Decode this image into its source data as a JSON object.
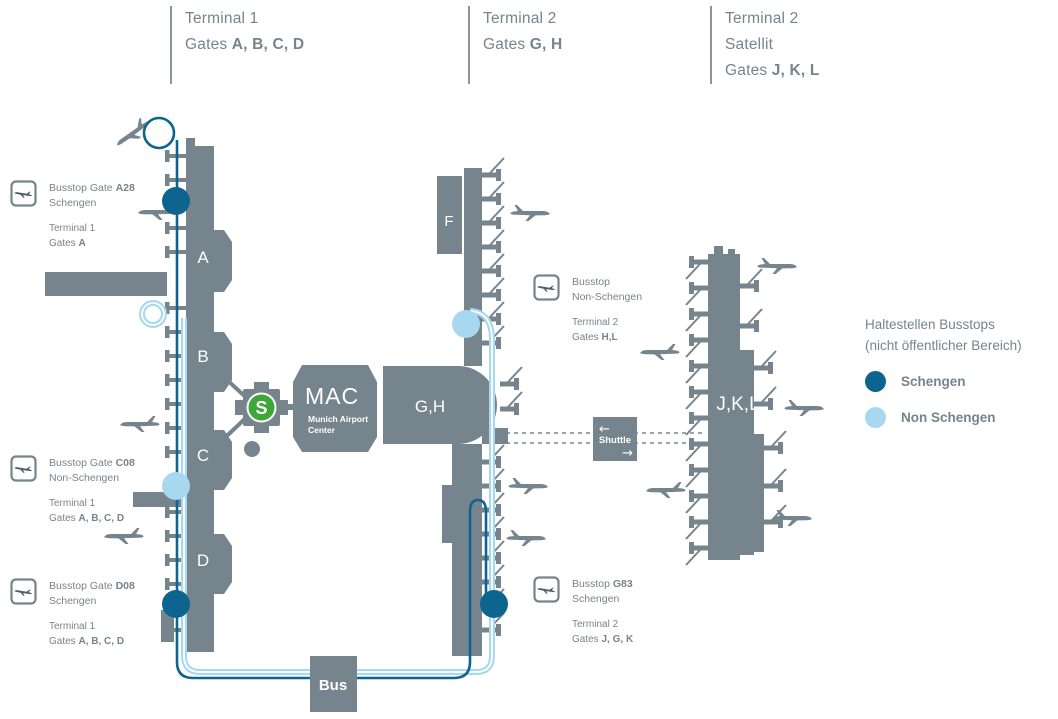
{
  "headers": {
    "t1": {
      "title": "Terminal 1",
      "gates_label": "Gates",
      "gates": "A, B, C, D"
    },
    "t2": {
      "title": "Terminal 2",
      "gates_label": "Gates",
      "gates": "G, H"
    },
    "sat": {
      "title": "Terminal 2",
      "subtitle": "Satellit",
      "gates_label": "Gates",
      "gates": "J, K, L"
    }
  },
  "busstops": {
    "a28": {
      "name_prefix": "Busstop Gate",
      "name_bold": "A28",
      "zone": "Schengen",
      "terminal": "Terminal 1",
      "gates_label": "Gates",
      "gates": "A"
    },
    "c08": {
      "name_prefix": "Busstop Gate",
      "name_bold": "C08",
      "zone": "Non-Schengen",
      "terminal": "Terminal 1",
      "gates_label": "Gates",
      "gates": "A, B, C, D"
    },
    "d08": {
      "name_prefix": "Busstop Gate",
      "name_bold": "D08",
      "zone": "Schengen",
      "terminal": "Terminal 1",
      "gates_label": "Gates",
      "gates": "A, B, C, D"
    },
    "t2north": {
      "name_prefix": "Busstop",
      "name_bold": "",
      "zone": "Non-Schengen",
      "terminal": "Terminal 2",
      "gates_label": "Gates",
      "gates": "H,L"
    },
    "g83": {
      "name_prefix": "Busstop",
      "name_bold": "G83",
      "zone": "Schengen",
      "terminal": "Terminal 2",
      "gates_label": "Gates",
      "gates": "J, G, K"
    }
  },
  "legend": {
    "title_line1": "Haltestellen Busstops",
    "title_line2": "(nicht öffentlicher Bereich)",
    "schengen": "Schengen",
    "non_schengen": "Non Schengen"
  },
  "map": {
    "t1_letters": [
      "A",
      "B",
      "C",
      "D"
    ],
    "f_label": "F",
    "gh_label": "G,H",
    "satellite_label": "J,K,L",
    "mac_title": "MAC",
    "mac_sub_line1": "Munich Airport",
    "mac_sub_line2": "Center",
    "sbahn_label": "S",
    "shuttle_label": "Shuttle",
    "shuttle_arrow_left": "←",
    "shuttle_arrow_right": "→",
    "bus_label": "Bus"
  },
  "colors": {
    "structure_gray": "#76848d",
    "schengen_blue": "#0d648f",
    "non_schengen_blue": "#a7d8f0",
    "sbahn_green": "#3fa63a"
  }
}
